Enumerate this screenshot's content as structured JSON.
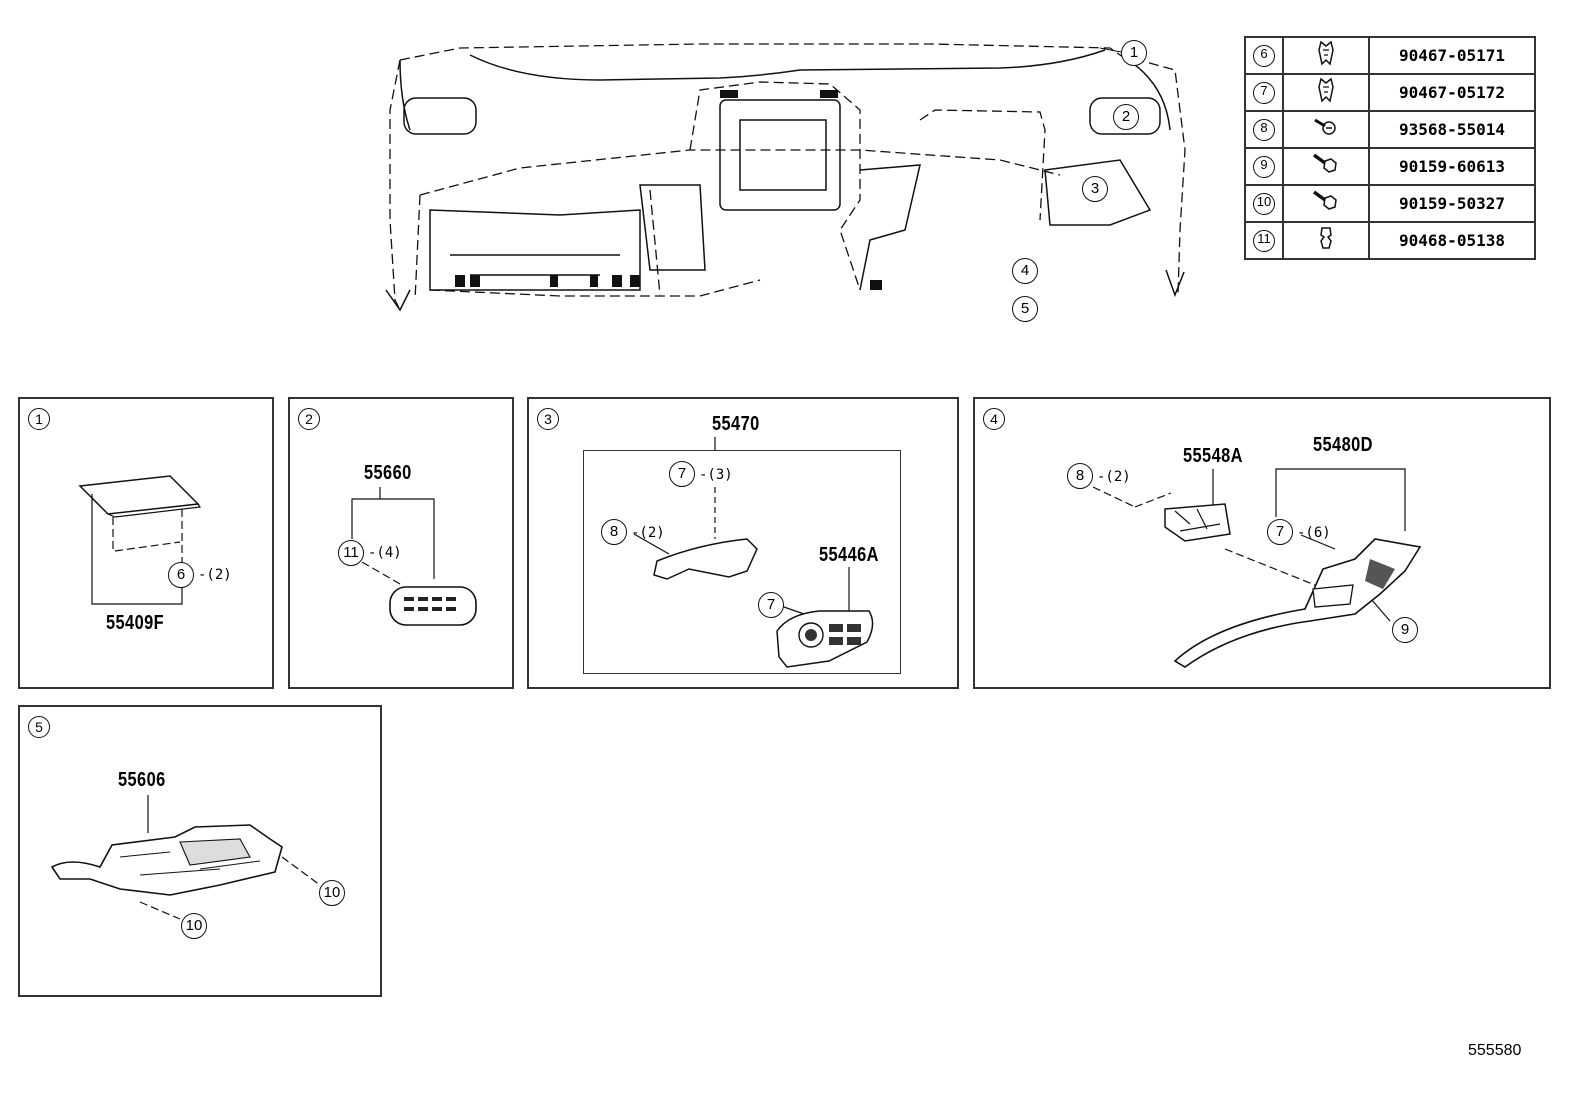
{
  "overview": {
    "callouts": [
      "1",
      "2",
      "3",
      "4",
      "5"
    ]
  },
  "fastener_table": [
    {
      "ref": "6",
      "icon": "clip-icon",
      "part_no": "90467-05171"
    },
    {
      "ref": "7",
      "icon": "clip-icon",
      "part_no": "90467-05172"
    },
    {
      "ref": "8",
      "icon": "screw-icon",
      "part_no": "93568-55014"
    },
    {
      "ref": "9",
      "icon": "bolt-icon",
      "part_no": "90159-60613"
    },
    {
      "ref": "10",
      "icon": "bolt-icon",
      "part_no": "90159-50327"
    },
    {
      "ref": "11",
      "icon": "nut-clip-icon",
      "part_no": "90468-05138"
    }
  ],
  "panel1": {
    "num": "1",
    "part": "55409F",
    "clip": "6",
    "clip_qty": "-(2)"
  },
  "panel2": {
    "num": "2",
    "part": "55660",
    "clip": "11",
    "clip_qty": "-(4)"
  },
  "panel3": {
    "num": "3",
    "assembly": "55470",
    "part_b": "55446A",
    "c1": "7",
    "c1_qty": "-(3)",
    "c2": "8",
    "c2_qty": "-(2)",
    "c3": "7"
  },
  "panel4": {
    "num": "4",
    "part_a": "55548A",
    "part_b": "55480D",
    "c1": "8",
    "c1_qty": "-(2)",
    "c2": "7",
    "c2_qty": "-(6)",
    "c3": "9"
  },
  "panel5": {
    "num": "5",
    "part": "55606",
    "c1": "10",
    "c2": "10"
  },
  "footer_code": "555580"
}
